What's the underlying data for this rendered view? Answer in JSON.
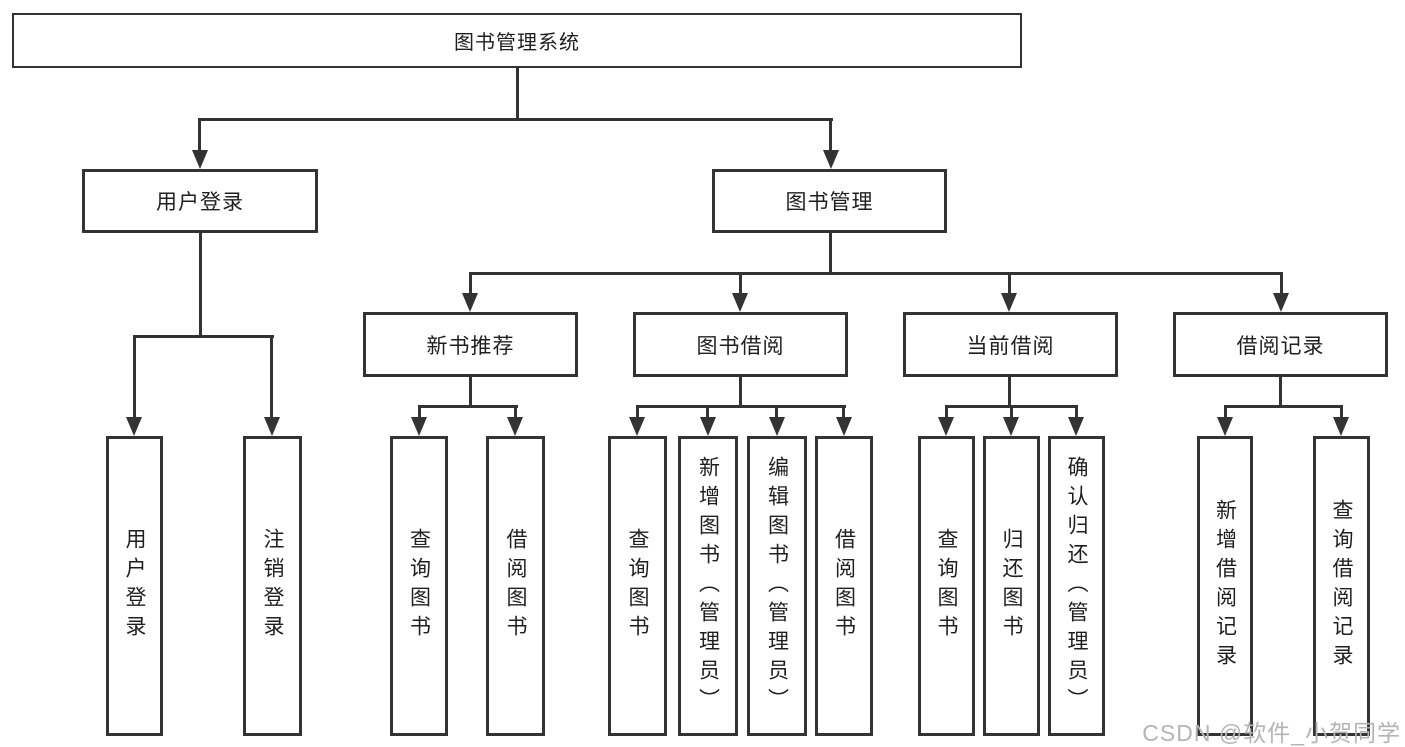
{
  "tree": {
    "root": {
      "label": "图书管理系统"
    },
    "branches": [
      {
        "label": "用户登录",
        "children": [
          {
            "label": "用户登录"
          },
          {
            "label": "注销登录"
          }
        ]
      },
      {
        "label": "图书管理",
        "children": [
          {
            "label": "新书推荐",
            "children": [
              {
                "label": "查询图书"
              },
              {
                "label": "借阅图书"
              }
            ]
          },
          {
            "label": "图书借阅",
            "children": [
              {
                "label": "查询图书"
              },
              {
                "label": "新增图书（管理员）"
              },
              {
                "label": "编辑图书（管理员）"
              },
              {
                "label": "借阅图书"
              }
            ]
          },
          {
            "label": "当前借阅",
            "children": [
              {
                "label": "查询图书"
              },
              {
                "label": "归还图书"
              },
              {
                "label": "确认归还（管理员）"
              }
            ]
          },
          {
            "label": "借阅记录",
            "children": [
              {
                "label": "新增借阅记录"
              },
              {
                "label": "查询借阅记录"
              }
            ]
          }
        ]
      }
    ]
  },
  "watermark": {
    "text": "CSDN @软件_小贺同学"
  },
  "colors": {
    "line": "#333333",
    "text": "#1f1f1f",
    "bg": "#ffffff",
    "watermark": "#b4b4b4"
  }
}
